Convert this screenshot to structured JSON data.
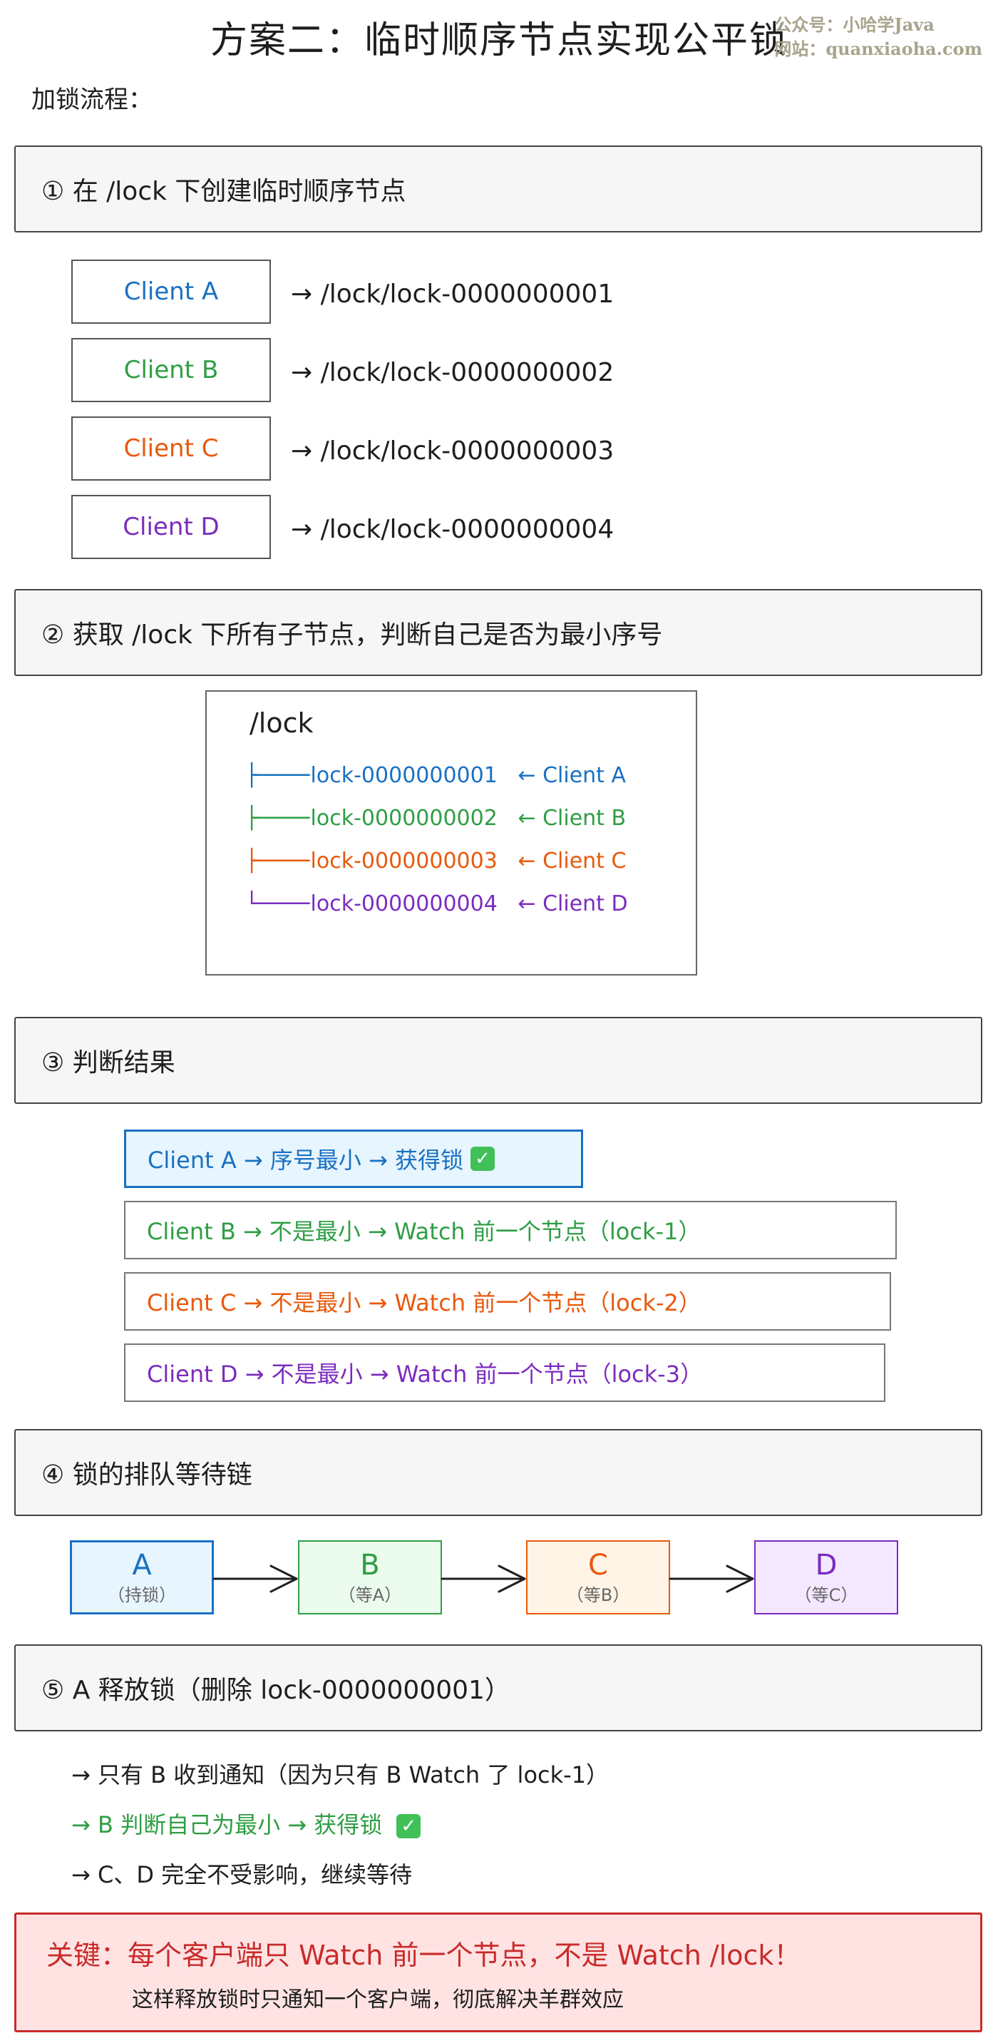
{
  "title": "方案二：临时顺序节点实现公平锁",
  "watermark": {
    "line1": "公众号：小哈学Java",
    "line2": "网站：quanxiaoha.com"
  },
  "subtitle": "加锁流程：",
  "colors": {
    "a": "#1971c2",
    "b": "#2f9e44",
    "c": "#e8590c",
    "d": "#7b2cbf",
    "red": "#c92a2a"
  },
  "steps": {
    "s1": "① 在 /lock 下创建临时顺序节点",
    "s2": "② 获取 /lock 下所有子节点，判断自己是否为最小序号",
    "s3": "③ 判断结果",
    "s4": "④ 锁的排队等待链",
    "s5": "⑤ A 释放锁（删除 lock-0000000001）"
  },
  "clients": [
    {
      "label": "Client A",
      "path": "→ /lock/lock-0000000001"
    },
    {
      "label": "Client B",
      "path": "→ /lock/lock-0000000002"
    },
    {
      "label": "Client C",
      "path": "→ /lock/lock-0000000003"
    },
    {
      "label": "Client D",
      "path": "→ /lock/lock-0000000004"
    }
  ],
  "tree": {
    "root": "/lock",
    "nodes": [
      {
        "branch": "├────",
        "node": "lock-0000000001",
        "owner": "← Client A"
      },
      {
        "branch": "├────",
        "node": "lock-0000000002",
        "owner": "← Client B"
      },
      {
        "branch": "├────",
        "node": "lock-0000000003",
        "owner": "← Client C"
      },
      {
        "branch": "└────",
        "node": "lock-0000000004",
        "owner": "← Client D"
      }
    ]
  },
  "results": {
    "a": "Client A → 序号最小 → 获得锁",
    "b": "Client B → 不是最小 → Watch 前一个节点（lock-1）",
    "c": "Client C → 不是最小 → Watch 前一个节点（lock-2）",
    "d": "Client D → 不是最小 → Watch 前一个节点（lock-3）"
  },
  "queue": [
    {
      "name": "A",
      "sub": "（持锁）"
    },
    {
      "name": "B",
      "sub": "（等A）"
    },
    {
      "name": "C",
      "sub": "（等B）"
    },
    {
      "name": "D",
      "sub": "（等C）"
    }
  ],
  "release_notes": {
    "n1": "→ 只有 B 收到通知（因为只有 B Watch 了 lock-1）",
    "n2": "→ B 判断自己为最小 → 获得锁",
    "n3": "→ C、D 完全不受影响，继续等待"
  },
  "check_mark": "✓",
  "key": {
    "title": "关键：每个客户端只 Watch 前一个节点，不是 Watch /lock！",
    "sub": "这样释放锁时只通知一个客户端，彻底解决羊群效应"
  }
}
